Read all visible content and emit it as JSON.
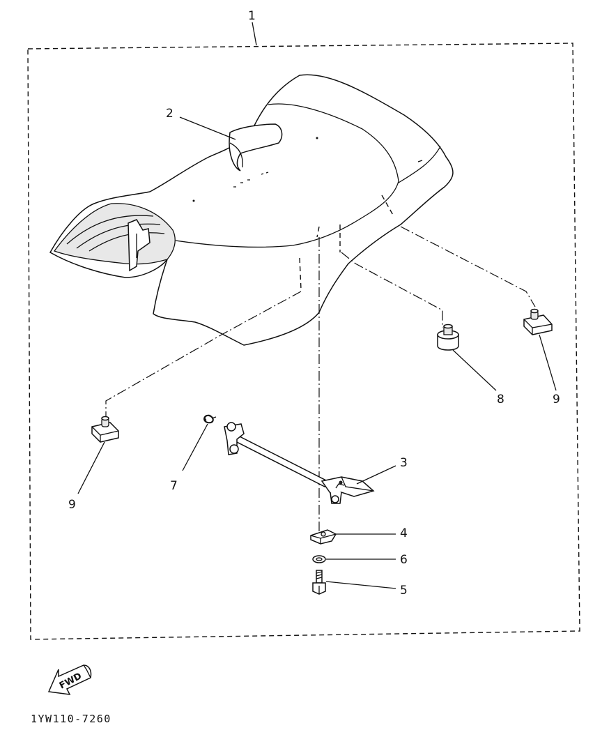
{
  "callouts": {
    "c1": "1",
    "c2": "2",
    "c3": "3",
    "c4": "4",
    "c5": "5",
    "c6": "6",
    "c7": "7",
    "c8": "8",
    "c9a": "9",
    "c9b": "9"
  },
  "fwd_label": "FWD",
  "diagram_code": "1YW110-7260"
}
